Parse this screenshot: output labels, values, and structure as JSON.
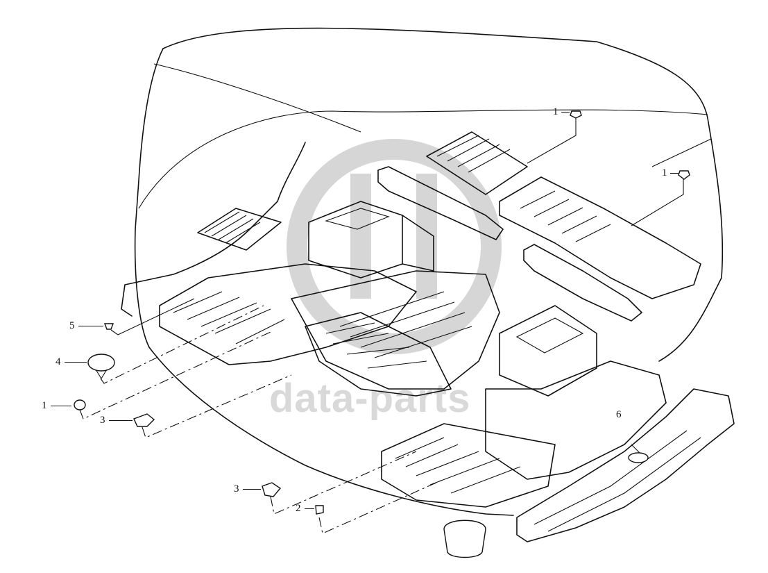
{
  "watermark": {
    "text": "data-parts"
  },
  "callouts": [
    {
      "id": "c1a",
      "number": "1"
    },
    {
      "id": "c1b",
      "number": "1"
    },
    {
      "id": "c5",
      "number": "5"
    },
    {
      "id": "c4",
      "number": "4"
    },
    {
      "id": "c1c",
      "number": "1"
    },
    {
      "id": "c3a",
      "number": "3"
    },
    {
      "id": "c6",
      "number": "6"
    },
    {
      "id": "c3b",
      "number": "3"
    },
    {
      "id": "c2",
      "number": "2"
    }
  ]
}
